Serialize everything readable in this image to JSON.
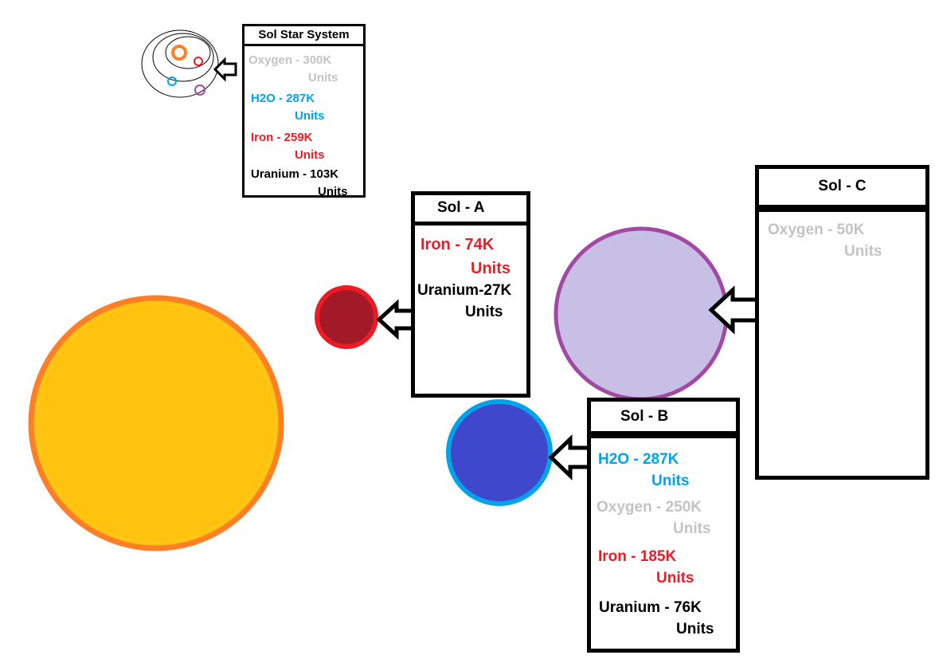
{
  "colors": {
    "star_fill": "#ffc20e",
    "star_ring": "#ff7f27",
    "planet_a_fill": "#a21a27",
    "planet_a_ring": "#ed1c24",
    "planet_b_fill": "#3f48cc",
    "planet_b_ring": "#00a2e8",
    "planet_c_fill": "#c8bfe7",
    "planet_c_ring": "#a349a4"
  },
  "system": {
    "title": "Sol Star System",
    "resources": [
      {
        "name": "Oxygen - 300K",
        "unit": "Units",
        "color": "#c3c3c3"
      },
      {
        "name": "H2O - 287K",
        "unit": "Units",
        "color": "#00a2e8"
      },
      {
        "name": "Iron - 259K",
        "unit": "Units",
        "color": "#ed1c24"
      },
      {
        "name": "Uranium - 103K",
        "unit": "Units",
        "color": "#000000"
      }
    ]
  },
  "sol_a": {
    "title": "Sol - A",
    "resources": [
      {
        "name": "Iron - 74K",
        "unit": "Units",
        "color": "#ed1c24"
      },
      {
        "name": "Uranium-27K",
        "unit": "Units",
        "color": "#000000"
      }
    ]
  },
  "sol_b": {
    "title": "Sol - B",
    "resources": [
      {
        "name": "H2O - 287K",
        "unit": "Units",
        "color": "#00a2e8"
      },
      {
        "name": "Oxygen - 250K",
        "unit": "Units",
        "color": "#c3c3c3"
      },
      {
        "name": "Iron - 185K",
        "unit": "Units",
        "color": "#ed1c24"
      },
      {
        "name": "Uranium - 76K",
        "unit": "Units",
        "color": "#000000"
      }
    ]
  },
  "sol_c": {
    "title": "Sol - C",
    "resources": [
      {
        "name": "Oxygen - 50K",
        "unit": "Units",
        "color": "#c3c3c3"
      }
    ]
  }
}
